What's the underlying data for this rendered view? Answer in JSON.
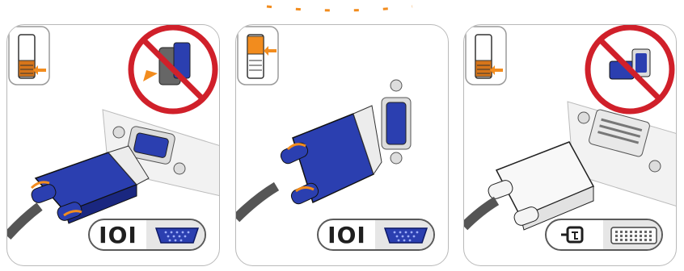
{
  "panels": [
    {
      "id": "panel-1",
      "connector_symbol": "IOI",
      "port_icon": "vga-port-icon",
      "prohibited_icon": "prohibited-sign-icon",
      "switch_state": "lower",
      "cable_type": "vga-blue"
    },
    {
      "id": "panel-2",
      "connector_symbol": "IOI",
      "port_icon": "vga-port-icon",
      "prohibited_icon": null,
      "switch_state": "upper",
      "cable_type": "vga-blue"
    },
    {
      "id": "panel-3",
      "connector_symbol": "",
      "connector_icon": "dvi-symbol-icon",
      "port_icon": "dvi-port-icon",
      "prohibited_icon": "prohibited-sign-icon",
      "switch_state": "lower",
      "cable_type": "dvi-white"
    }
  ],
  "colors": {
    "vga_blue": "#2b3fb0",
    "vga_blue_dark": "#1a2780",
    "arrow_orange": "#f28c1e",
    "prohibited_red": "#d0202a",
    "border_gray": "#b9b9b9",
    "port_gray": "#e6e6e6"
  }
}
